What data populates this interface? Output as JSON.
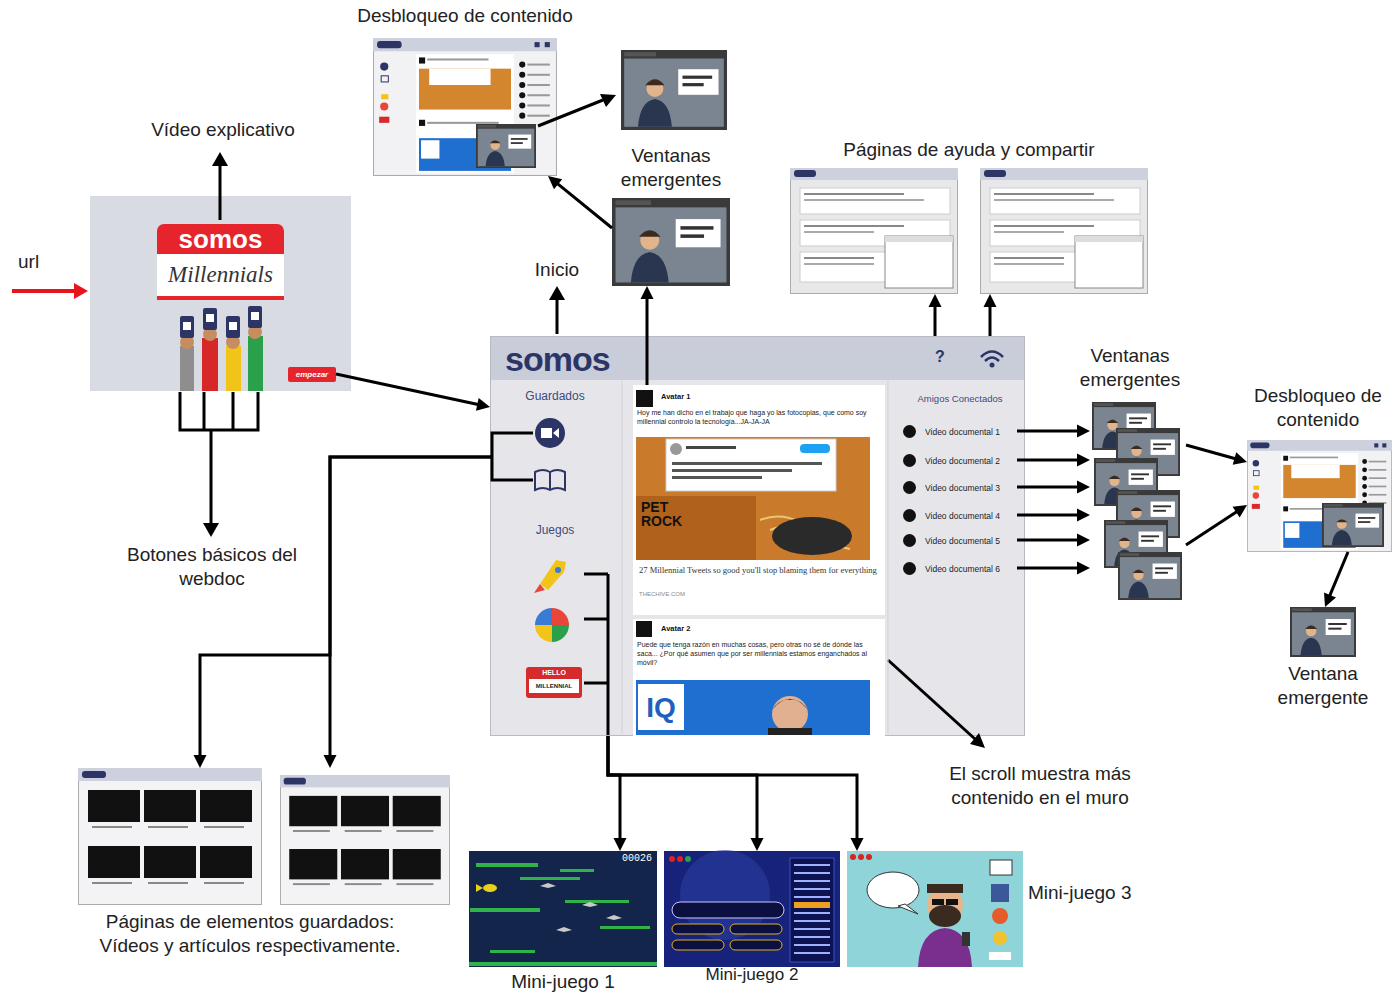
{
  "diagram": {
    "nodes": [
      {
        "text": [
          "somos",
          "Millennials"
        ]
      },
      {
        "text": [
          "empezar"
        ],
        "in": 0
      },
      {
        "text": [
          "somos",
          "?"
        ]
      },
      {
        "text": [
          "Guardados"
        ],
        "in": 2
      },
      {
        "text": [
          "Juegos"
        ],
        "in": 2
      },
      {
        "text": [
          "Avatar 1",
          "Hoy me han dicho en el trabajo que haga yo las fotocopias, que como soy millennial controlo la tecnología...JA-JA-JA",
          "27 Millennial Tweets so good you'll stop blaming them for everything",
          "THECHIVE.COM"
        ],
        "in": 2
      },
      {
        "text": [
          "Avatar 2",
          "Puede que tenga razón en muchas cosas, pero otras no sé de dónde las saca... ¿Por qué asumen que por ser millennials estamos enganchados al móvil?"
        ],
        "in": 2
      },
      {
        "text": [
          "Amigos Conectados"
        ],
        "in": 2
      },
      {
        "text": [
          "Video documental 1"
        ],
        "in": 7
      },
      {
        "text": [
          "Video documental 2"
        ],
        "in": 7
      },
      {
        "text": [
          "Video documental 3"
        ],
        "in": 7
      },
      {
        "text": [
          "Video documental 4"
        ],
        "in": 7
      },
      {
        "text": [
          "Video documental 5"
        ],
        "in": 7
      },
      {
        "text": [
          "Video documental 6"
        ],
        "in": 7
      },
      {
        "text": [
          "Ventanas emergentes"
        ]
      },
      {
        "text": [
          "Desbloqueo de contenido"
        ]
      },
      {
        "text": [
          "Ventanas emergentes"
        ]
      },
      {
        "text": [
          "Desbloqueo de contenido"
        ]
      },
      {
        "text": [
          "Ventana emergente"
        ]
      },
      {
        "text": [
          "Páginas de ayuda y compartir"
        ]
      },
      {
        "text": [
          "Páginas de elementos guardados: Vídeos y artículos respectivamente."
        ]
      },
      {
        "text": [
          "Mini-juego 1"
        ]
      },
      {
        "text": [
          "Mini-juego 2"
        ]
      },
      {
        "text": [
          "Mini-juego 3"
        ]
      }
    ],
    "edges": [
      {
        "from": 1,
        "to": 2,
        "arrow": "to"
      },
      {
        "from": 2,
        "to": 19,
        "arrow": "to"
      },
      {
        "from": 2,
        "to": 19,
        "arrow": "to"
      },
      {
        "from": 5,
        "to": 14,
        "arrow": "to"
      },
      {
        "from": 14,
        "to": 15,
        "arrow": "to"
      },
      {
        "from": 8,
        "to": 16,
        "arrow": "to"
      },
      {
        "from": 9,
        "to": 16,
        "arrow": "to"
      },
      {
        "from": 10,
        "to": 16,
        "arrow": "to"
      },
      {
        "from": 11,
        "to": 16,
        "arrow": "to"
      },
      {
        "from": 12,
        "to": 16,
        "arrow": "to"
      },
      {
        "from": 13,
        "to": 16,
        "arrow": "to"
      },
      {
        "from": 16,
        "to": 17,
        "arrow": "to"
      },
      {
        "from": 16,
        "to": 17,
        "arrow": "to"
      },
      {
        "from": 17,
        "to": 18,
        "arrow": "to"
      },
      {
        "from": 3,
        "to": 20,
        "arrow": "to"
      },
      {
        "from": 3,
        "to": 20,
        "arrow": "to"
      },
      {
        "from": 4,
        "to": 21,
        "arrow": "to"
      },
      {
        "from": 4,
        "to": 22,
        "arrow": "to"
      },
      {
        "from": 4,
        "to": 23,
        "arrow": "to"
      }
    ],
    "labels": [
      "url",
      "Vídeo explicativo",
      "Botones básicos del webdoc",
      "Inicio",
      "El scroll muestra más contenido en el muro",
      "PET ROCK",
      "IQ",
      "HELLO",
      "MILLENNIAL",
      "00026"
    ]
  }
}
